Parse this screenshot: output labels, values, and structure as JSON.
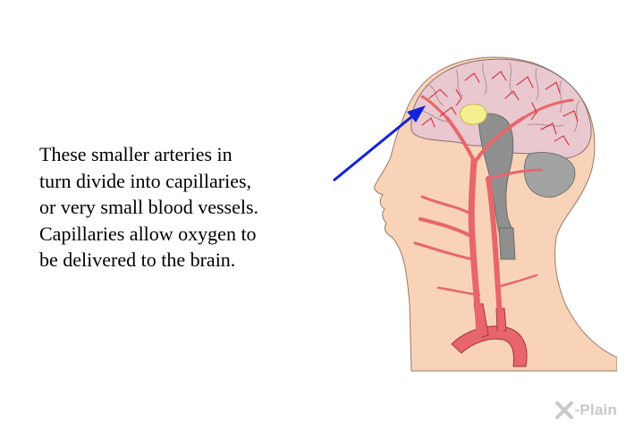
{
  "caption": {
    "lines": [
      "These smaller arteries in",
      "turn divide into capillaries,",
      "or very small blood vessels.",
      "Capillaries allow oxygen to",
      "be delivered to the brain."
    ]
  },
  "logo": {
    "text": "-Plain"
  },
  "colors": {
    "skin": "#f8d3b8",
    "brain": "#e9c8cf",
    "artery": "#e8666b",
    "capillary": "#d91e2a",
    "gray_matter": "#8f8f8f",
    "highlight": "#f5ee8e",
    "arrow": "#1122dd"
  }
}
